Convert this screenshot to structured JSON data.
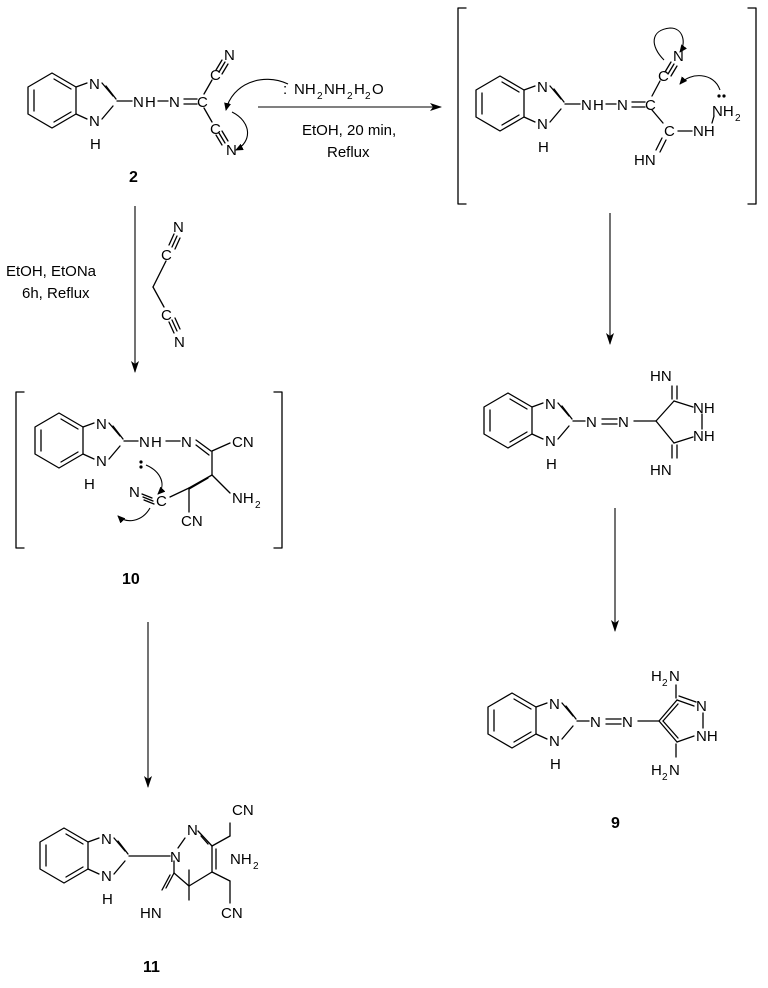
{
  "compounds": {
    "c2": {
      "label": "2"
    },
    "c9": {
      "label": "9"
    },
    "c10": {
      "label": "10"
    },
    "c11": {
      "label": "11"
    }
  },
  "atoms": {
    "N": "N",
    "H": "H",
    "NH": "NH",
    "HN": "HN",
    "C": "C",
    "CN": "CN",
    "NH2_main": "NH",
    "NH2_sub": "2",
    "H2N_H": "H",
    "H2N_sub": "2",
    "H2N_N": "N"
  },
  "reagents": {
    "hydrazine_pre": ":",
    "hydrazine_a": "NH",
    "hydrazine_sub1": "2",
    "hydrazine_b": "NH",
    "hydrazine_sub2": "2",
    "hydrazine_c": "H",
    "hydrazine_sub3": "2",
    "hydrazine_d": "O"
  },
  "conditions": {
    "top_line1": "EtOH, 20 min,",
    "top_line2": "Reflux",
    "left_line1": "EtOH, EtONa",
    "left_line2": "6h, Reflux"
  }
}
